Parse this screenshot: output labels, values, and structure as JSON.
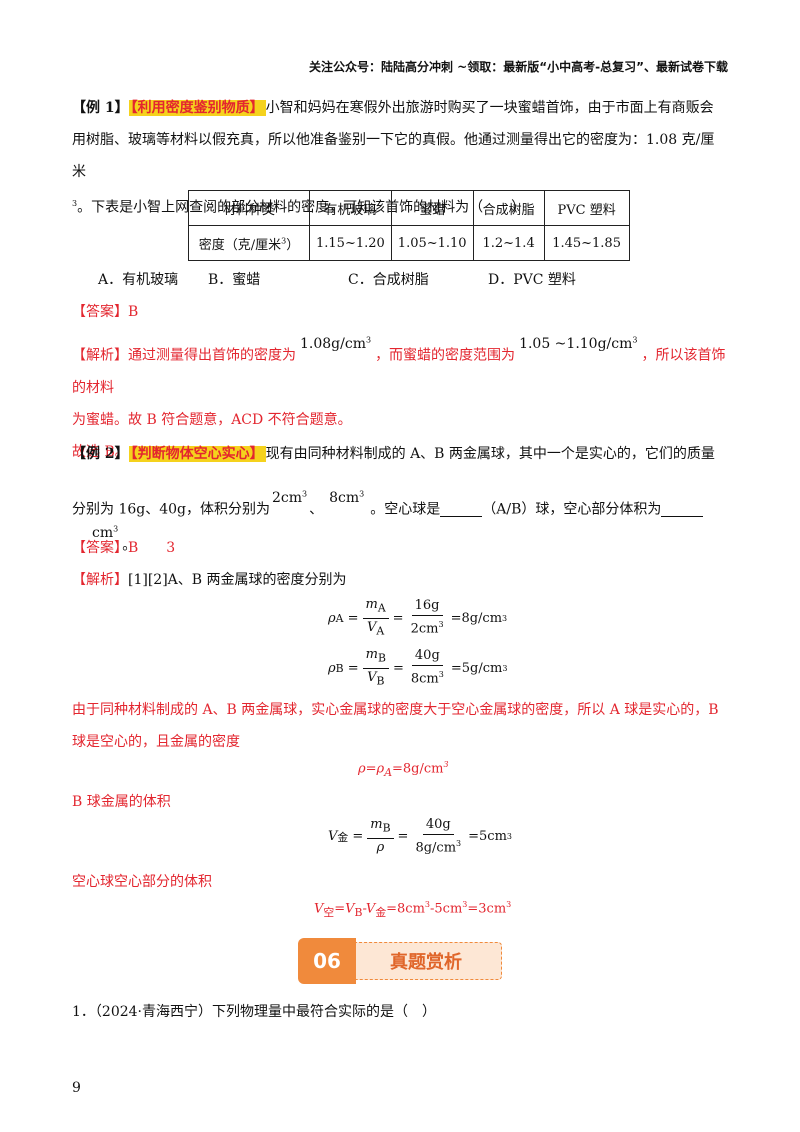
{
  "header": "关注公众号：陆陆高分冲刺  ~领取：最新版“小中高考-总复习”、最新试卷下载",
  "ex1": {
    "label": "【例 1】",
    "tag": "【利用密度鉴别物质】",
    "text1": "小智和妈妈在寒假外出旅游时购买了一块蜜蜡首饰，由于市面上有商贩会",
    "text2": "用树脂、玻璃等材料以假充真，所以他准备鉴别一下它的真假。他通过测量得出它的密度为：1.08 克/厘米",
    "text3_sup": "3",
    "text3": "。下表是小智上网查阅的部分材料的密度，可知该首饰的材料为（　　）",
    "table": {
      "headers": [
        "材料种类",
        "有机玻璃",
        "蜜蜡",
        "合成树脂",
        "PVC 塑料"
      ],
      "row_label": "密度（克/厘米",
      "row_label_sup": "3",
      "row_label_end": "）",
      "values": [
        "1.15~1.20",
        "1.05~1.10",
        "1.2~1.4",
        "1.45~1.85"
      ]
    },
    "options": [
      "A．有机玻璃",
      "B．蜜蜡",
      "C．合成树脂",
      "D．PVC 塑料"
    ],
    "answer_label": "【答案】",
    "answer": "B",
    "analysis_label": "【解析】",
    "analysis1a": "通过测量得出首饰的密度为",
    "val1": "1.08g/cm",
    "analysis1b": "，而蜜蜡的密度范围为",
    "val2": "1.05 ~1.10g/cm",
    "analysis1c": "，所以该首饰的材料",
    "analysis2": "为蜜蜡。故 B 符合题意，ACD 不符合题意。",
    "conclusion": "故选 B。"
  },
  "ex2": {
    "label": "【例 2】",
    "tag": "【判断物体空心实心】",
    "text1": "现有由同种材料制成的 A、B 两金属球，其中一个是实心的，它们的质量",
    "text2a": "分别为 16g、40g，体积分别为",
    "v1": "2cm",
    "sep": "、",
    "v2": "8cm",
    "text2b": "。空心球是",
    "text2c": "（A/B）球，空心部分体积为",
    "unit": "cm",
    "end": "。",
    "answer_label": "【答案】",
    "answer": "B　　3",
    "analysis_label": "【解析】",
    "analysis1": "[1][2]A、B 两金属球的密度分别为",
    "fA": {
      "lhs": "ρ",
      "sub": "A",
      "m": "m",
      "msub": "A",
      "V": "V",
      "vsub": "A",
      "num": "16g",
      "den": "2cm",
      "res": "=8g/cm"
    },
    "fB": {
      "lhs": "ρ",
      "sub": "B",
      "m": "m",
      "msub": "B",
      "V": "V",
      "vsub": "B",
      "num": "40g",
      "den": "8cm",
      "res": "=5g/cm"
    },
    "red1": "由于同种材料制成的 A、B 两金属球，实心金属球的密度大于空心金属球的密度，所以 A 球是实心的，B",
    "red2": "球是空心的，且金属的密度",
    "rho_eq": "ρ=ρ",
    "rho_sub": "A",
    "rho_val": "=8g/cm",
    "red3": "B 球金属的体积",
    "fV": {
      "lhs": "V",
      "sub": "金",
      "num1": "m",
      "num1sub": "B",
      "den1": "ρ",
      "num2": "40g",
      "den2": "8g/cm",
      "res": "=5cm"
    },
    "red4": "空心球空心部分的体积",
    "v_eq": {
      "a": "V",
      "asub": "空",
      "b": "=V",
      "bsub": "B",
      "c": "-V",
      "csub": "金",
      "d": "=8cm",
      "e": "-5cm",
      "f": "=3cm"
    }
  },
  "banner": {
    "num": "06",
    "label": "真题赏析"
  },
  "q1": "1．（2024·青海西宁）下列物理量中最符合实际的是（　）",
  "page_number": "9"
}
